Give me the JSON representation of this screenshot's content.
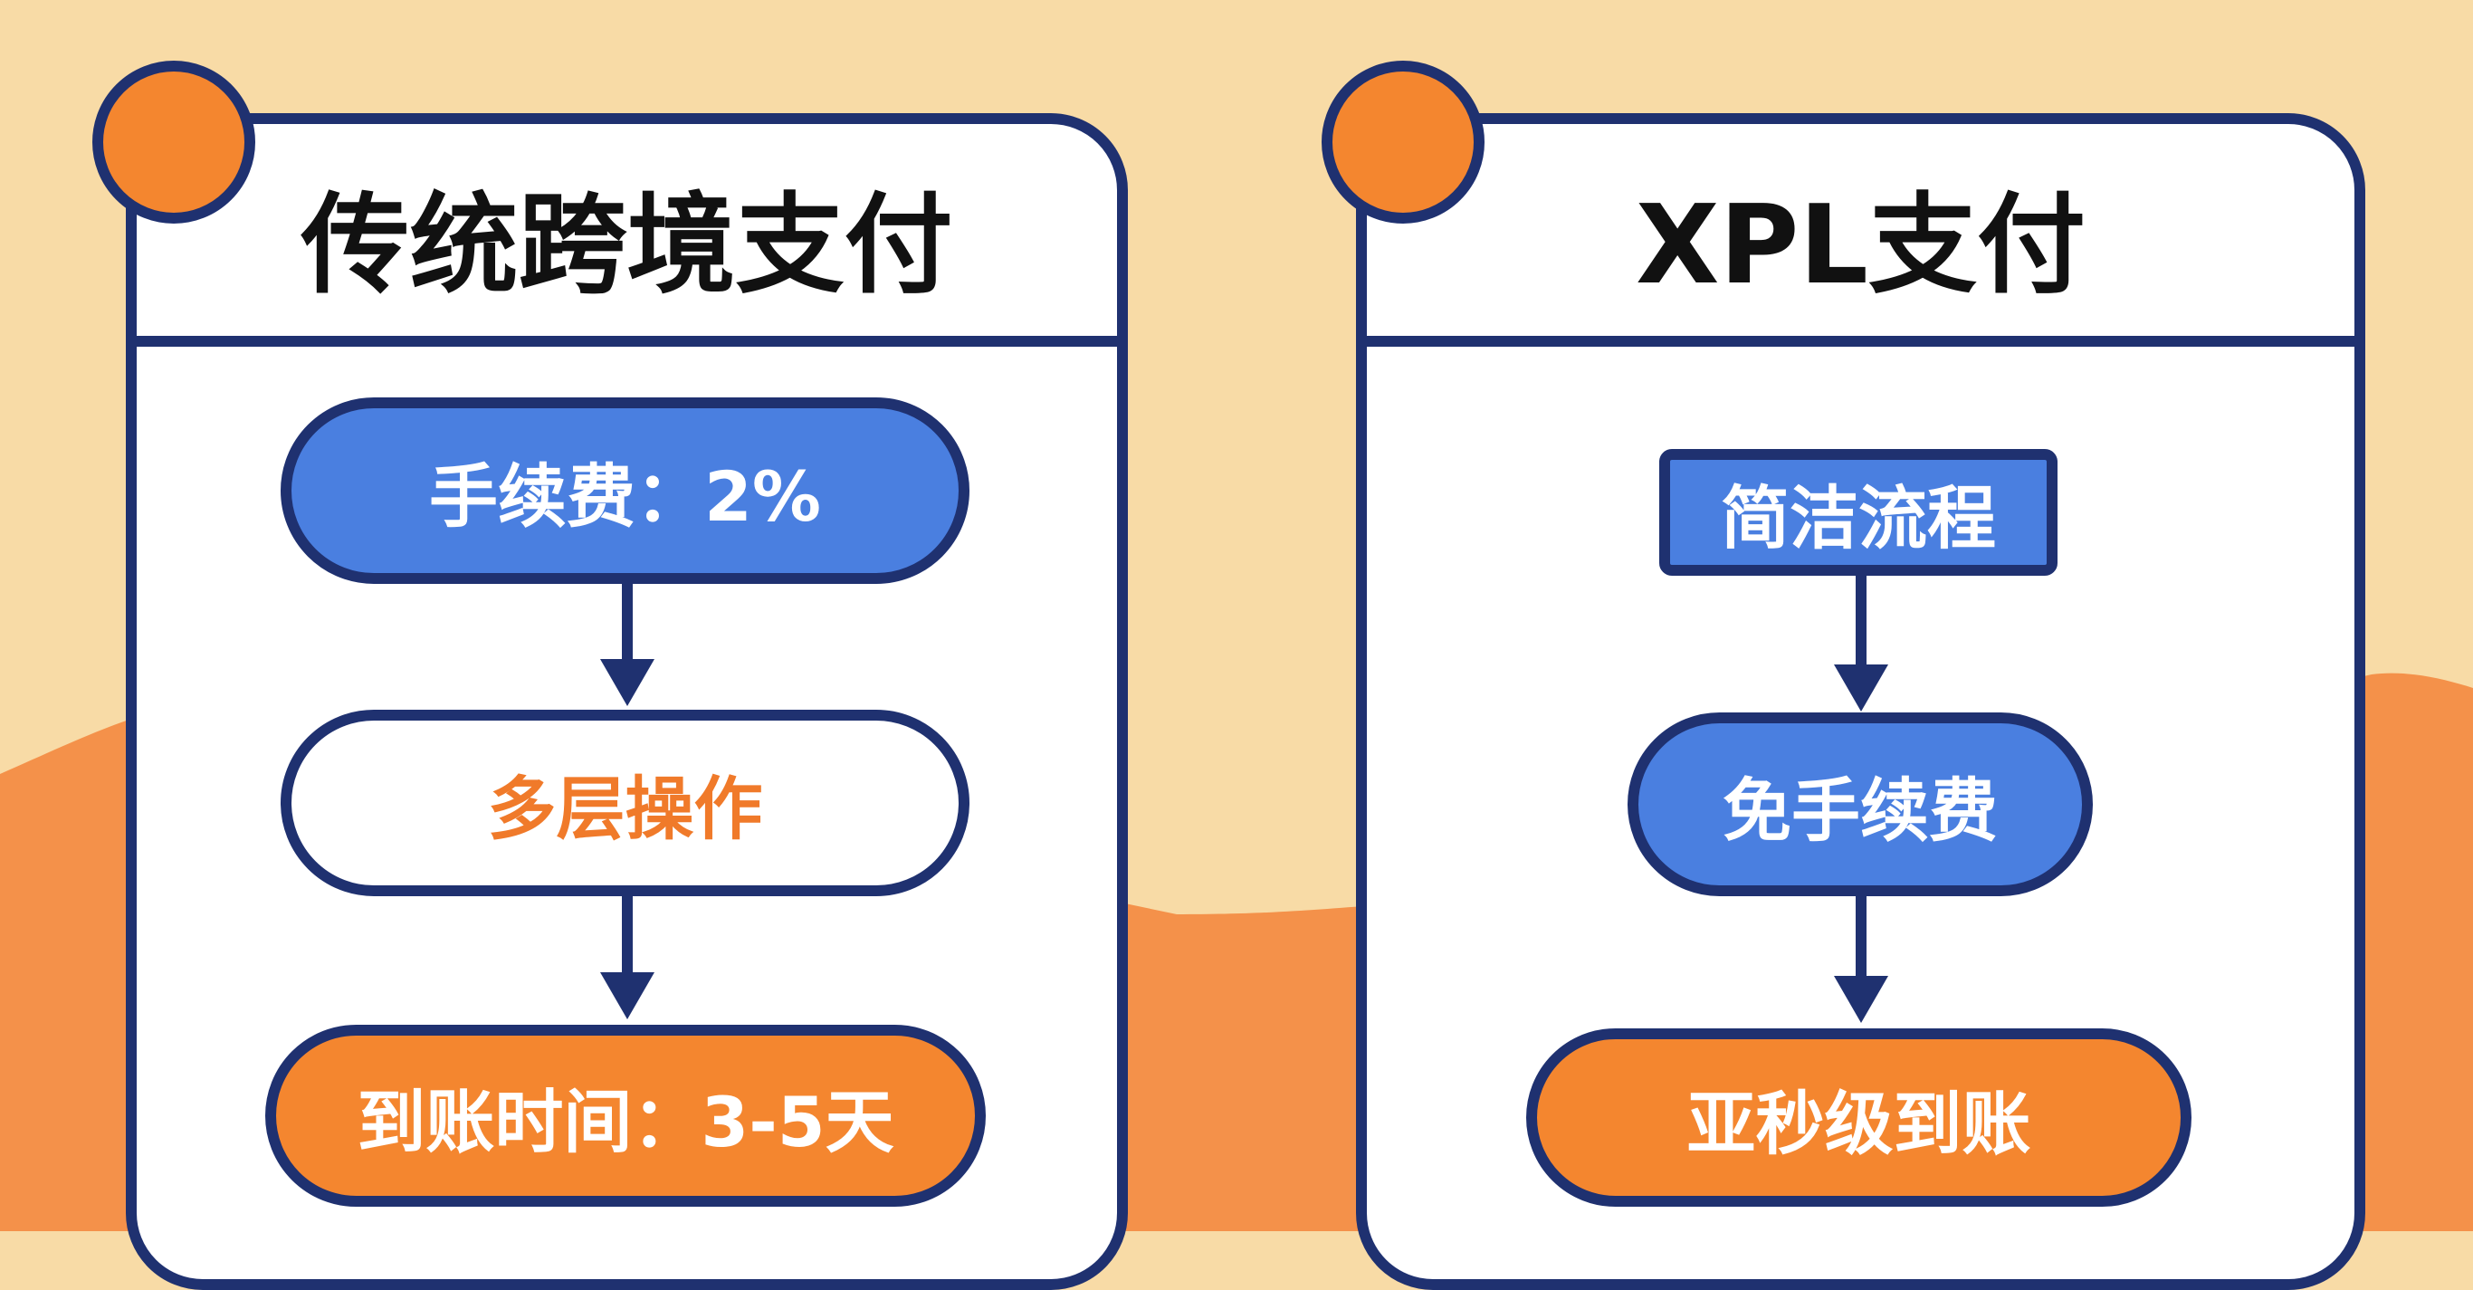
{
  "colors": {
    "background": "#f8dba6",
    "wave": "#f4914a",
    "navy": "#1f3170",
    "blue": "#4a7fe0",
    "orange": "#f4862f"
  },
  "left": {
    "title": "传统跨境支付",
    "steps": [
      {
        "label": "手续费：2%"
      },
      {
        "label": "多层操作"
      },
      {
        "label": "到账时间：3-5天"
      }
    ]
  },
  "right": {
    "title": "XPL支付",
    "steps": [
      {
        "label": "简洁流程"
      },
      {
        "label": "免手续费"
      },
      {
        "label": "亚秒级到账"
      }
    ]
  }
}
